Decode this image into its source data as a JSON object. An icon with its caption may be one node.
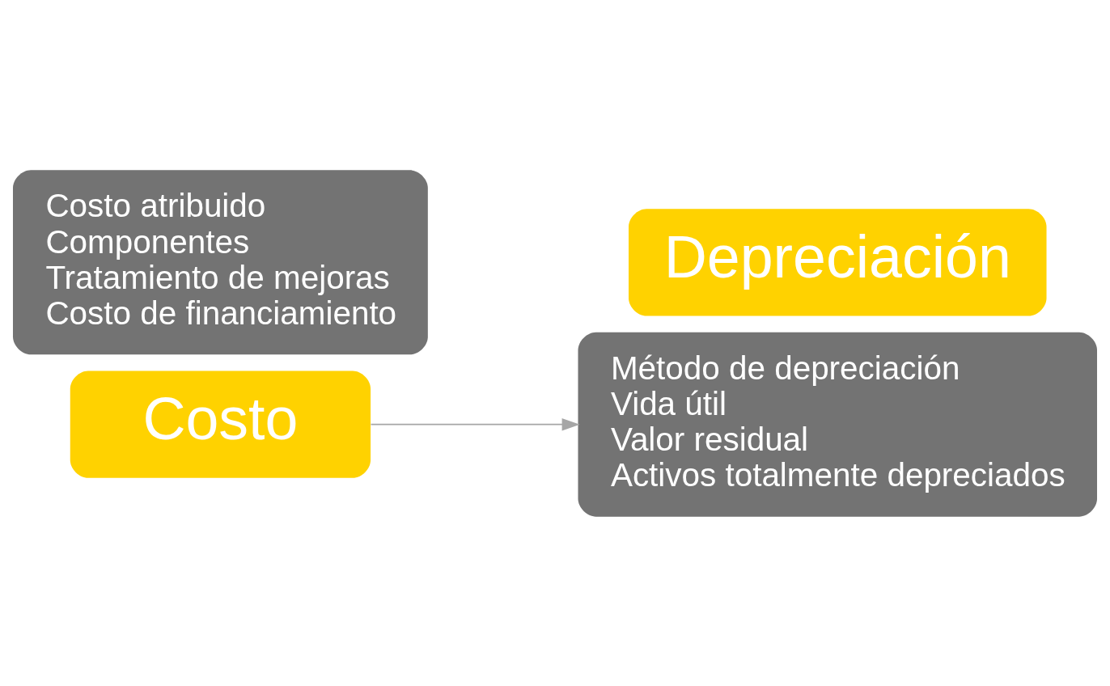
{
  "diagram": {
    "nodes": [
      {
        "text": [
          "Costo atribuido",
          "Componentes",
          "Tratamiento de mejoras",
          "Costo de financiamiento"
        ]
      },
      {
        "text": [
          "Costo"
        ]
      },
      {
        "text": [
          "Método de depreciación",
          "Vida útil",
          "Valor residual",
          "Activos totalmente depreciados"
        ]
      },
      {
        "text": [
          "Depreciación"
        ]
      }
    ],
    "edges": [
      {
        "from": 1,
        "to": 2,
        "arrow": "to"
      }
    ]
  }
}
